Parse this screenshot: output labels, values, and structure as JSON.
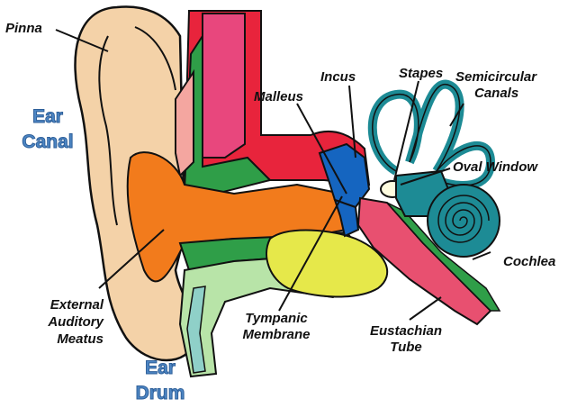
{
  "labels": {
    "pinna": "Pinna",
    "incus": "Incus",
    "stapes": "Stapes",
    "semicircular_canals_1": "Semicircular",
    "semicircular_canals_2": "Canals",
    "malleus": "Malleus",
    "oval_window": "Oval Window",
    "cochlea": "Cochlea",
    "external_auditory_meatus_1": "External",
    "external_auditory_meatus_2": "Auditory",
    "external_auditory_meatus_3": "Meatus",
    "tympanic_membrane_1": "Tympanic",
    "tympanic_membrane_2": "Membrane",
    "eustachian_tube_1": "Eustachian",
    "eustachian_tube_2": "Tube"
  },
  "callouts": {
    "ear_canal_1": "Ear",
    "ear_canal_2": "Canal",
    "ear_drum_1": "Ear",
    "ear_drum_2": "Drum"
  },
  "colors": {
    "pinna_skin": "#f4d2a8",
    "canal_orange": "#f27b1c",
    "bone_red": "#e8243c",
    "cartilage_pink": "#e8477d",
    "membrane_green": "#2f9e48",
    "soft_tissue_green": "#b8e4a8",
    "inner_ear_teal": "#1d8b95",
    "ossicle_blue": "#1565c0",
    "tympanic_yellow": "#e6e84a",
    "eustachian_pink": "#e85070",
    "callout_blue": "#4d86c4"
  }
}
